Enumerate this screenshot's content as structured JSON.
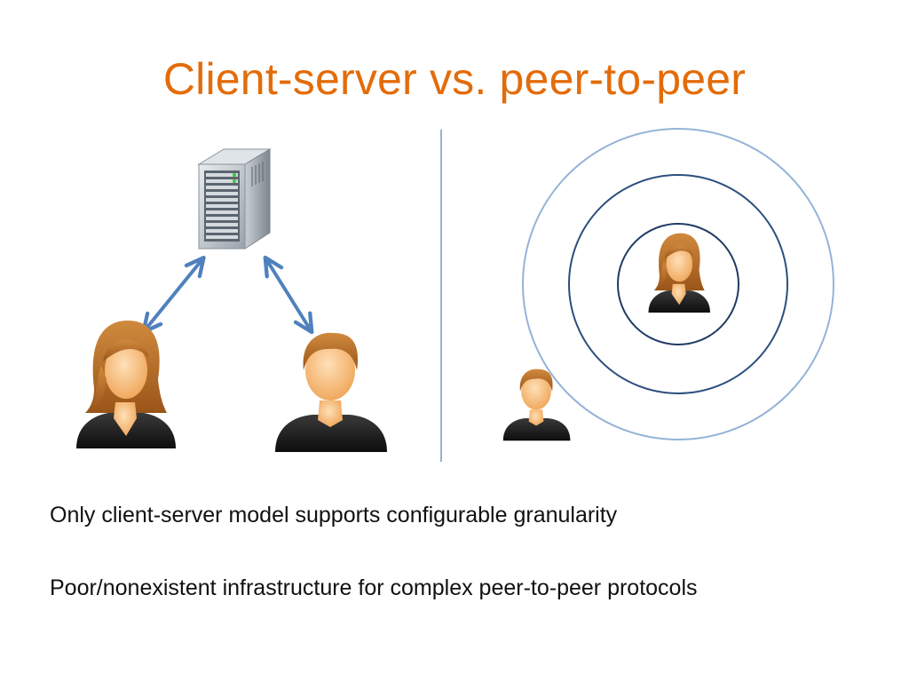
{
  "slide": {
    "title": "Client-server vs. peer-to-peer",
    "bullets": [
      "Only client-server model supports configurable granularity",
      "Poor/nonexistent infrastructure for complex peer-to-peer protocols"
    ]
  },
  "colors": {
    "title": "#e36c0a",
    "arrow": "#4f81bd",
    "divider": "#95b3d7",
    "ring_inner": "#1f3b64",
    "ring_middle": "#2c4f7c",
    "ring_outer": "#95b3d7",
    "hair": "#b4651c",
    "skin": "#f7c48a",
    "shirt": "#1a1a1a"
  },
  "icons": {
    "server": "server-icon",
    "female_user": "female-user-icon",
    "male_user": "male-user-icon",
    "arrow": "double-arrow-icon"
  }
}
